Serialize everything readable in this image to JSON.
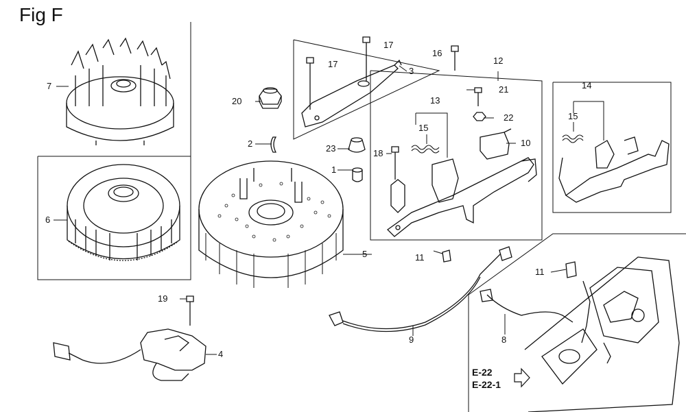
{
  "figure": {
    "title": "Fig F"
  },
  "callouts": [
    {
      "id": "c1",
      "label": "1"
    },
    {
      "id": "c2",
      "label": "2"
    },
    {
      "id": "c3",
      "label": "3"
    },
    {
      "id": "c4",
      "label": "4"
    },
    {
      "id": "c5",
      "label": "5"
    },
    {
      "id": "c6",
      "label": "6"
    },
    {
      "id": "c7",
      "label": "7"
    },
    {
      "id": "c8",
      "label": "8"
    },
    {
      "id": "c9",
      "label": "9"
    },
    {
      "id": "c10",
      "label": "10"
    },
    {
      "id": "c11a",
      "label": "11"
    },
    {
      "id": "c11b",
      "label": "11"
    },
    {
      "id": "c12",
      "label": "12"
    },
    {
      "id": "c13",
      "label": "13"
    },
    {
      "id": "c14",
      "label": "14"
    },
    {
      "id": "c15a",
      "label": "15"
    },
    {
      "id": "c15b",
      "label": "15"
    },
    {
      "id": "c16",
      "label": "16"
    },
    {
      "id": "c17a",
      "label": "17"
    },
    {
      "id": "c17b",
      "label": "17"
    },
    {
      "id": "c18",
      "label": "18"
    },
    {
      "id": "c19",
      "label": "19"
    },
    {
      "id": "c20",
      "label": "20"
    },
    {
      "id": "c21",
      "label": "21"
    },
    {
      "id": "c22",
      "label": "22"
    },
    {
      "id": "c23",
      "label": "23"
    }
  ],
  "references": [
    {
      "id": "r1",
      "label": "E-22"
    },
    {
      "id": "r2",
      "label": "E-22-1"
    }
  ]
}
